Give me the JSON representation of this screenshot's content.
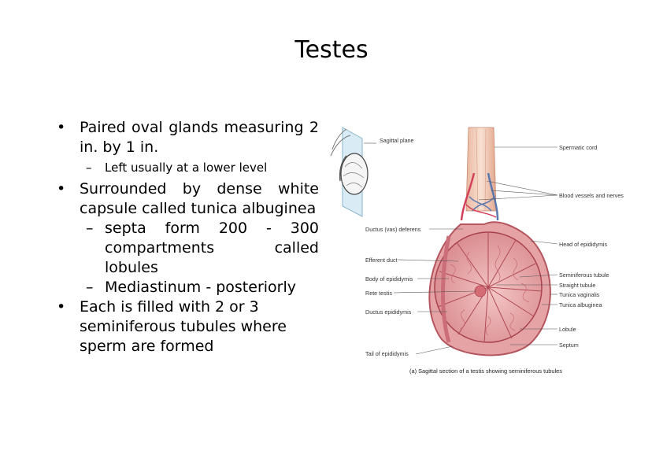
{
  "slide": {
    "title": "Testes",
    "bullets": [
      {
        "text": "Paired oval glands measuring 2 in. by 1 in.",
        "sub": [
          "Left usually at a lower level"
        ]
      },
      {
        "text": "Surrounded by dense white capsule called tunica albuginea",
        "sub": [
          "septa form 200 - 300 compartments called lobules",
          "Mediastinum - posteriorly"
        ]
      },
      {
        "text": "Each is filled with 2 or 3 seminiferous tubules where sperm are formed",
        "sub": []
      }
    ]
  },
  "figure": {
    "left_labels": [
      "Sagittal plane",
      "Ductus (vas) deferens",
      "Efferent duct",
      "Body of epididymis",
      "Rete testis",
      "Ductus epididymis",
      "Tail of epididymis"
    ],
    "right_labels": [
      "Spermatic cord",
      "Blood vessels and nerves",
      "Head of epididymis",
      "Seminiferous tubule",
      "Straight tubule",
      "Tunica vaginalis",
      "Tunica albuginea",
      "Lobule",
      "Septum"
    ],
    "caption": "(a) Sagittal section of a testis showing seminiferous tubules"
  }
}
